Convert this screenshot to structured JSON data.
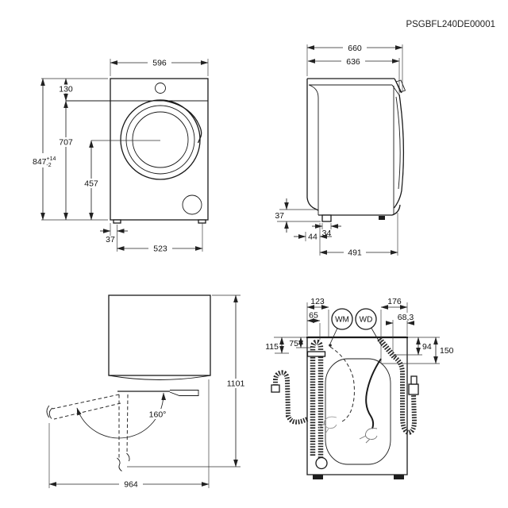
{
  "header": {
    "doc_code": "PSGBFL240DE00001"
  },
  "front": {
    "width": "596",
    "height": "847",
    "height_tol_plus": "+14",
    "height_tol_minus": "-2",
    "top_panel_height": "130",
    "body_height": "707",
    "door_center_height": "457",
    "foot_inset": "37",
    "feet_distance": "523"
  },
  "side": {
    "depth_total": "660",
    "depth_body": "636",
    "foot_height": "37",
    "foot_width": "34",
    "rear_foot_offset": "44",
    "feet_distance": "491"
  },
  "top_open": {
    "door_angle": "160°",
    "depth_door_open": "1101",
    "width_door_open": "964"
  },
  "rear": {
    "wm_label": "WM",
    "wd_label": "WD",
    "cord_wm_offset": "123",
    "drain_hose_offset": "65",
    "cord_wd_offset": "176",
    "inlet_edge_offset": "68,3",
    "hose_drop_outer": "115",
    "hose_drop_inner": "75",
    "inlet_drop": "94",
    "cord_drop": "150"
  }
}
